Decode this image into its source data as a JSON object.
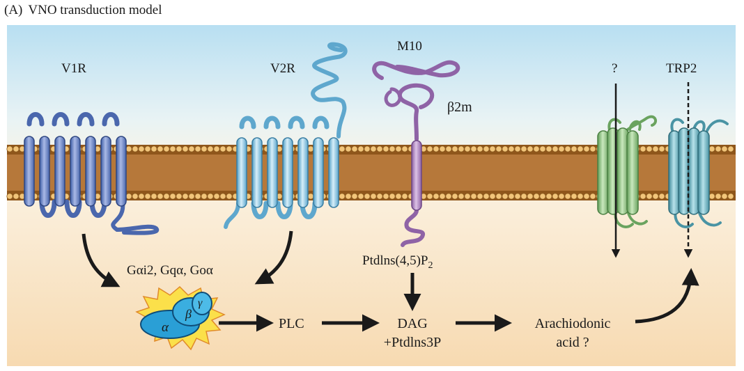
{
  "panel_label": "(A)",
  "title": "VNO transduction model",
  "receptors": {
    "v1r": "V1R",
    "v2r": "V2R",
    "m10": "M10",
    "b2m": "β2m",
    "unknown": "?",
    "trp2": "TRP2"
  },
  "g_proteins": {
    "list": "Gαi2, Gqα, Goα",
    "alpha": "α",
    "beta": "β",
    "gamma": "γ"
  },
  "pathway": {
    "ptdins_main": "Ptdlns(4,5)P",
    "ptdins_sub": "2",
    "plc": "PLC",
    "dag": "DAG",
    "ptdins3p": "+Ptdlns3P",
    "arachidonic_1": "Arachiodonic",
    "arachidonic_2": "acid ?"
  },
  "colors": {
    "v1r": "#6d86c4",
    "v2r": "#8fc6e3",
    "m10": "#b48ac2",
    "channel_green": "#96c98a",
    "channel_teal": "#6fb6c4",
    "membrane_brown": "#9a5e20",
    "lipid_head": "#f2c57a",
    "sky_top": "#b8dff2",
    "cytoplasm": "#f7dcb4",
    "g_protein": "#2a9fd6",
    "starburst": "#fbe04a"
  }
}
